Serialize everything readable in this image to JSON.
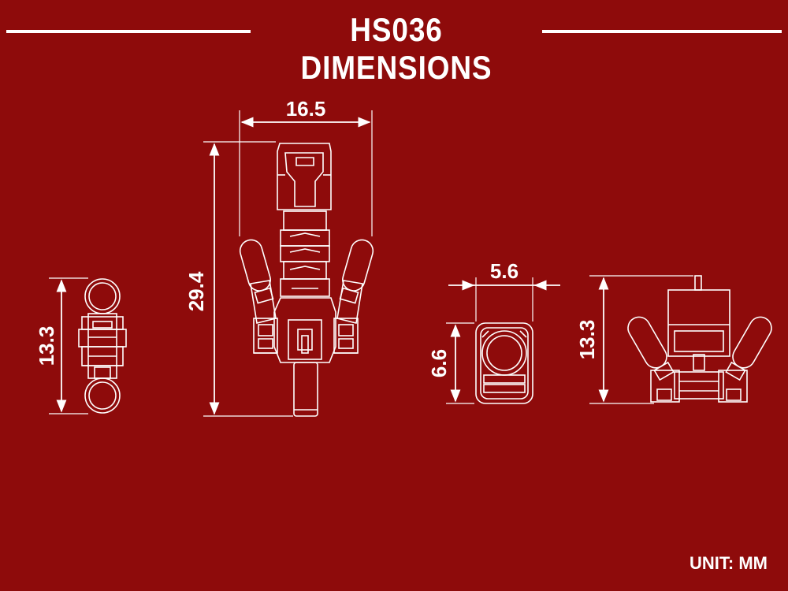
{
  "title": "HS036 DIMENSIONS",
  "unit_label": "UNIT: MM",
  "colors": {
    "background": "#8e0b0b",
    "line": "#ffffff"
  },
  "dimensions": {
    "front_width": "16.5",
    "front_height": "29.4",
    "side_height": "13.3",
    "top_width": "5.6",
    "top_depth": "6.6",
    "back_height": "13.3"
  }
}
